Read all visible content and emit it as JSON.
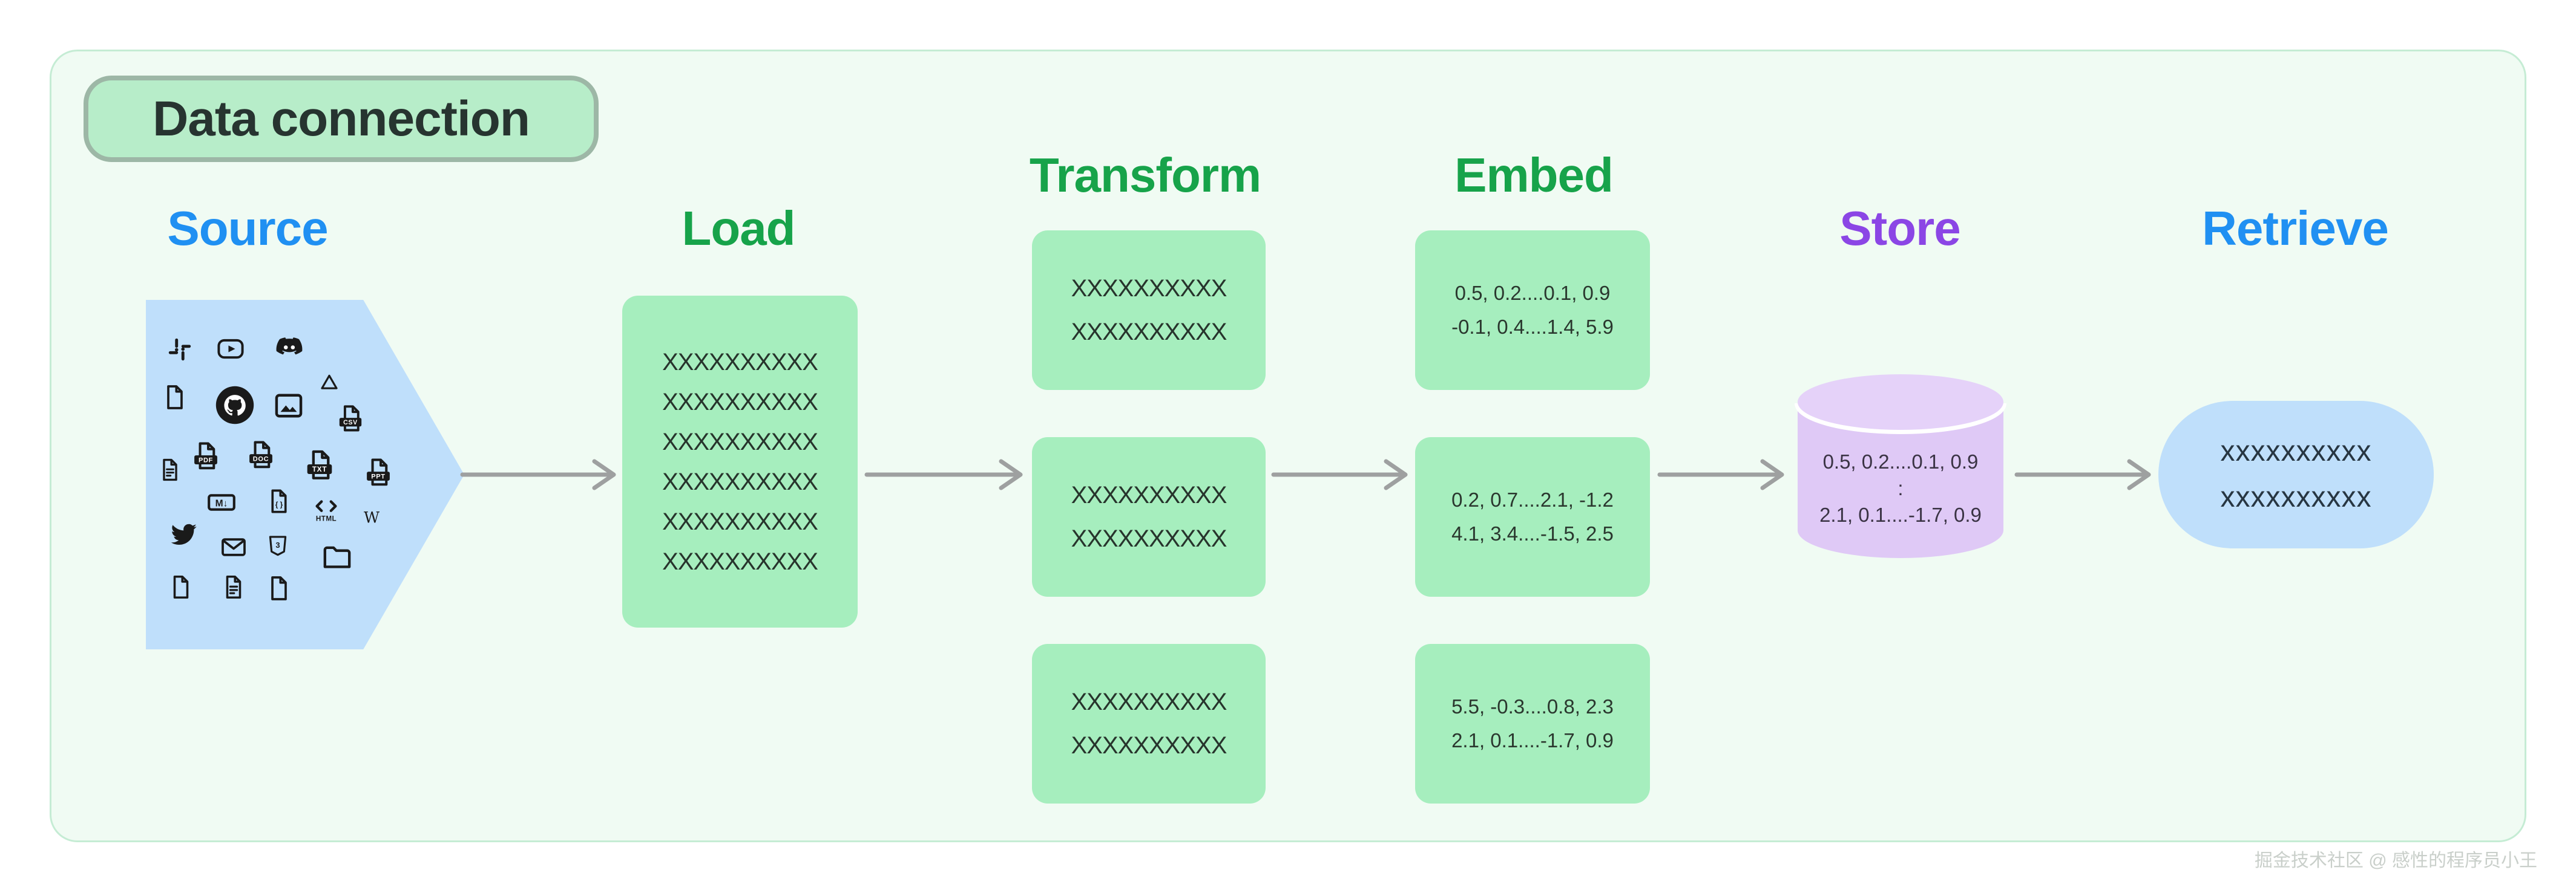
{
  "title": "Data connection",
  "headings": {
    "source": "Source",
    "load": "Load",
    "transform": "Transform",
    "embed": "Embed",
    "store": "Store",
    "retrieve": "Retrieve"
  },
  "load": {
    "lines": [
      "XXXXXXXXXX",
      "XXXXXXXXXX",
      "XXXXXXXXXX",
      "XXXXXXXXXX",
      "XXXXXXXXXX",
      "XXXXXXXXXX"
    ]
  },
  "transform": {
    "boxes": [
      {
        "line1": "XXXXXXXXXX",
        "line2": "XXXXXXXXXX"
      },
      {
        "line1": "XXXXXXXXXX",
        "line2": "XXXXXXXXXX"
      },
      {
        "line1": "XXXXXXXXXX",
        "line2": "XXXXXXXXXX"
      }
    ]
  },
  "embed": {
    "boxes": [
      {
        "line1": "0.5, 0.2....0.1, 0.9",
        "line2": "-0.1, 0.4....1.4, 5.9"
      },
      {
        "line1": "0.2, 0.7....2.1, -1.2",
        "line2": "4.1, 3.4....-1.5, 2.5"
      },
      {
        "line1": "5.5, -0.3....0.8, 2.3",
        "line2": "2.1, 0.1....-1.7, 0.9"
      }
    ]
  },
  "store": {
    "line1": "0.5, 0.2....0.1, 0.9",
    "line2": ":",
    "line3": "2.1, 0.1....-1.7, 0.9"
  },
  "retrieve": {
    "line1": "xxxxxxxxxx",
    "line2": "xxxxxxxxxx"
  },
  "source": {
    "icons": [
      {
        "name": "slack-icon"
      },
      {
        "name": "youtube-icon"
      },
      {
        "name": "discord-icon"
      },
      {
        "name": "file-icon"
      },
      {
        "name": "github-icon"
      },
      {
        "name": "image-icon"
      },
      {
        "name": "google-drive-icon"
      },
      {
        "name": "csv-file-icon",
        "label": "CSV"
      },
      {
        "name": "document-icon"
      },
      {
        "name": "pdf-file-icon",
        "label": "PDF"
      },
      {
        "name": "doc-file-icon",
        "label": "DOC"
      },
      {
        "name": "txt-file-icon",
        "label": "TXT"
      },
      {
        "name": "ppt-file-icon",
        "label": "PPT"
      },
      {
        "name": "markdown-icon",
        "label": "M↓"
      },
      {
        "name": "code-file-icon",
        "label": "{ }"
      },
      {
        "name": "html-icon",
        "label": "HTML"
      },
      {
        "name": "wikipedia-icon",
        "label": "W"
      },
      {
        "name": "twitter-icon"
      },
      {
        "name": "email-icon"
      },
      {
        "name": "css3-icon",
        "label": "3"
      },
      {
        "name": "folder-icon"
      },
      {
        "name": "file-icon"
      },
      {
        "name": "document-icon"
      },
      {
        "name": "file-icon"
      }
    ]
  },
  "watermark": "掘金技术社区 @ 感性的程序员小王",
  "colors": {
    "container_bg": "#f0fbf3",
    "container_border": "#c5ecd4",
    "title_pill_bg": "#b7edc9",
    "title_pill_border": "#9db7a6",
    "green_heading": "#17a34a",
    "blue_heading": "#2090f2",
    "purple_heading": "#8b46e5",
    "green_box": "#a6eebe",
    "blue_shape": "#bfdffb",
    "cylinder_body": "#dfc9f6",
    "cylinder_lid": "#e5d2f9",
    "arrow": "#9ea0a0",
    "dark_text": "#27342c"
  }
}
